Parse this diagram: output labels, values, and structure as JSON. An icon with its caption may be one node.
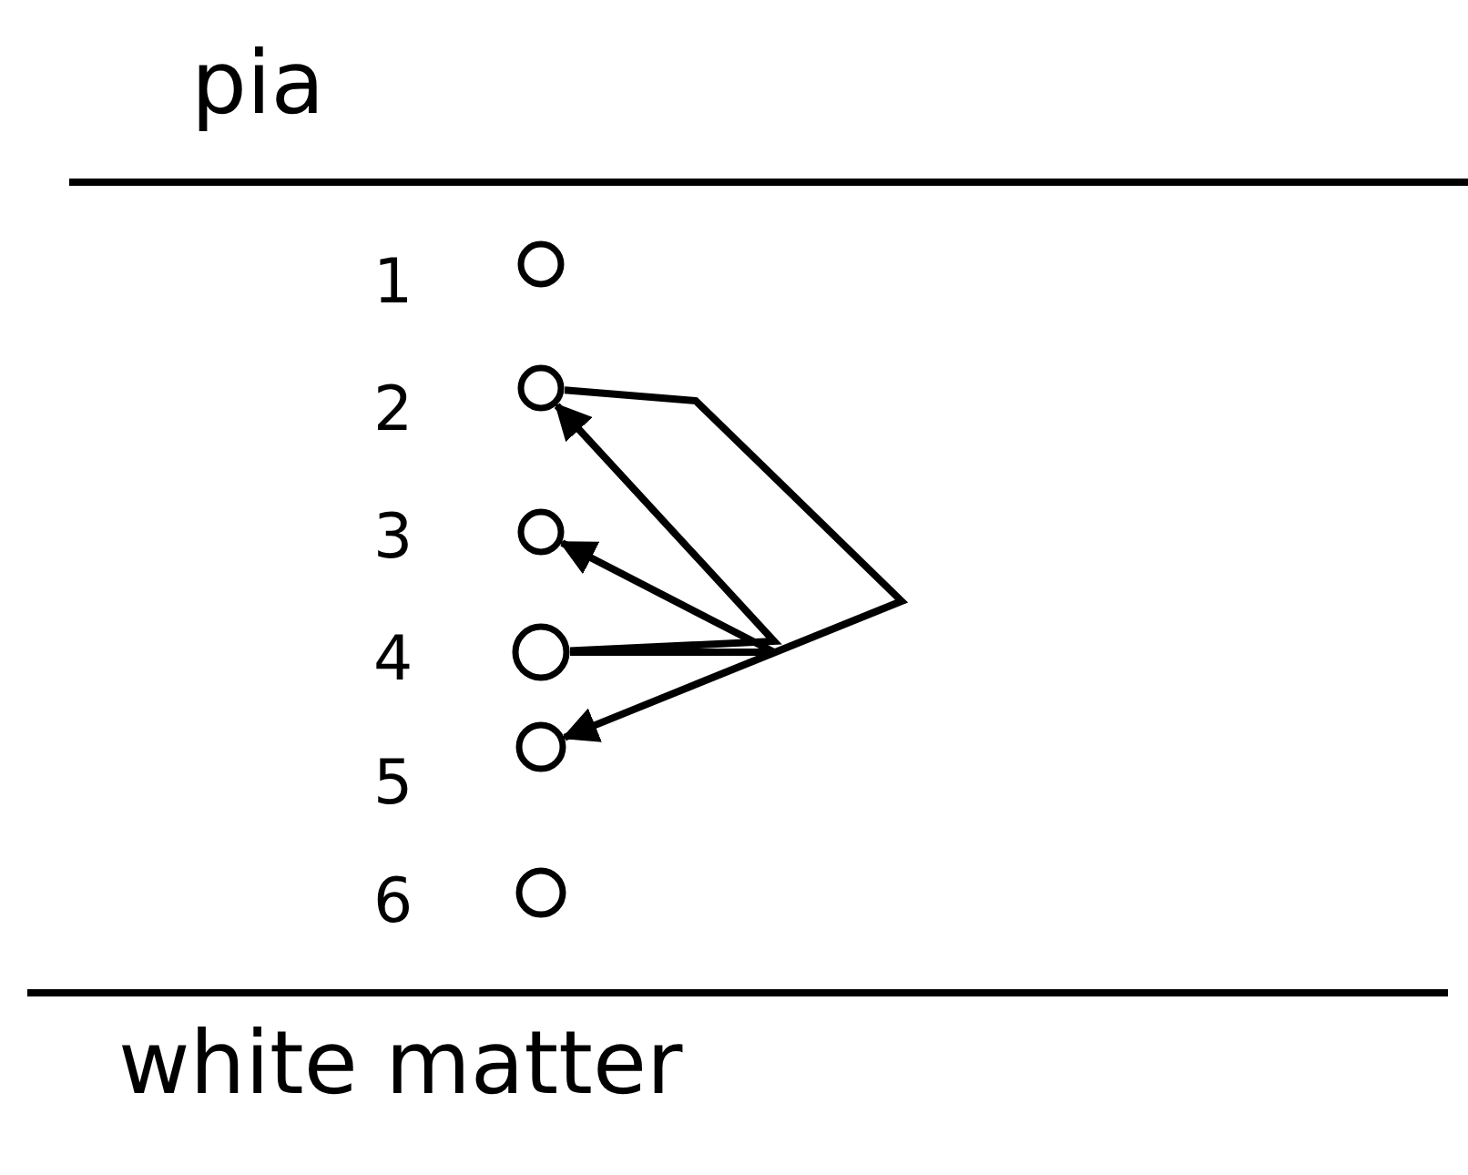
{
  "diagram": {
    "nodes": [
      {
        "text": [],
        "shape": "circle",
        "beside": [
          "1"
        ]
      },
      {
        "text": [],
        "shape": "circle",
        "beside": [
          "2"
        ]
      },
      {
        "text": [],
        "shape": "circle",
        "beside": [
          "3"
        ]
      },
      {
        "text": [],
        "shape": "circle",
        "beside": [
          "4"
        ]
      },
      {
        "text": [],
        "shape": "circle",
        "beside": [
          "5"
        ]
      },
      {
        "text": [],
        "shape": "circle",
        "beside": [
          "6"
        ]
      }
    ],
    "edges": [
      {
        "from": 3,
        "to": 2,
        "arrow": "to"
      },
      {
        "from": 3,
        "to": 1,
        "arrow": "to"
      },
      {
        "from": 1,
        "to": 4,
        "arrow": "to"
      }
    ],
    "labels": [
      "pia",
      "white matter"
    ]
  }
}
